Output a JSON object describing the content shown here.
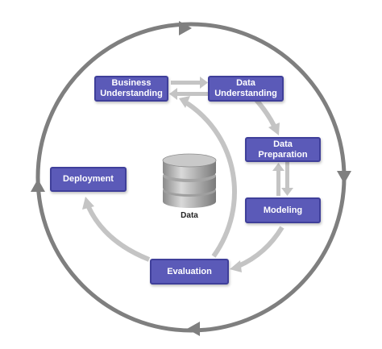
{
  "diagram": {
    "phases": {
      "business_understanding": "Business\nUnderstanding",
      "data_understanding": "Data\nUnderstanding",
      "data_preparation": "Data\nPreparation",
      "modeling": "Modeling",
      "evaluation": "Evaluation",
      "deployment": "Deployment"
    },
    "center_label": "Data",
    "colors": {
      "box_fill": "#5b5ab8",
      "box_border": "#3f3f9a",
      "outer_cycle": "#7f7f7f",
      "inner_arrows": "#c4c4c4"
    }
  }
}
